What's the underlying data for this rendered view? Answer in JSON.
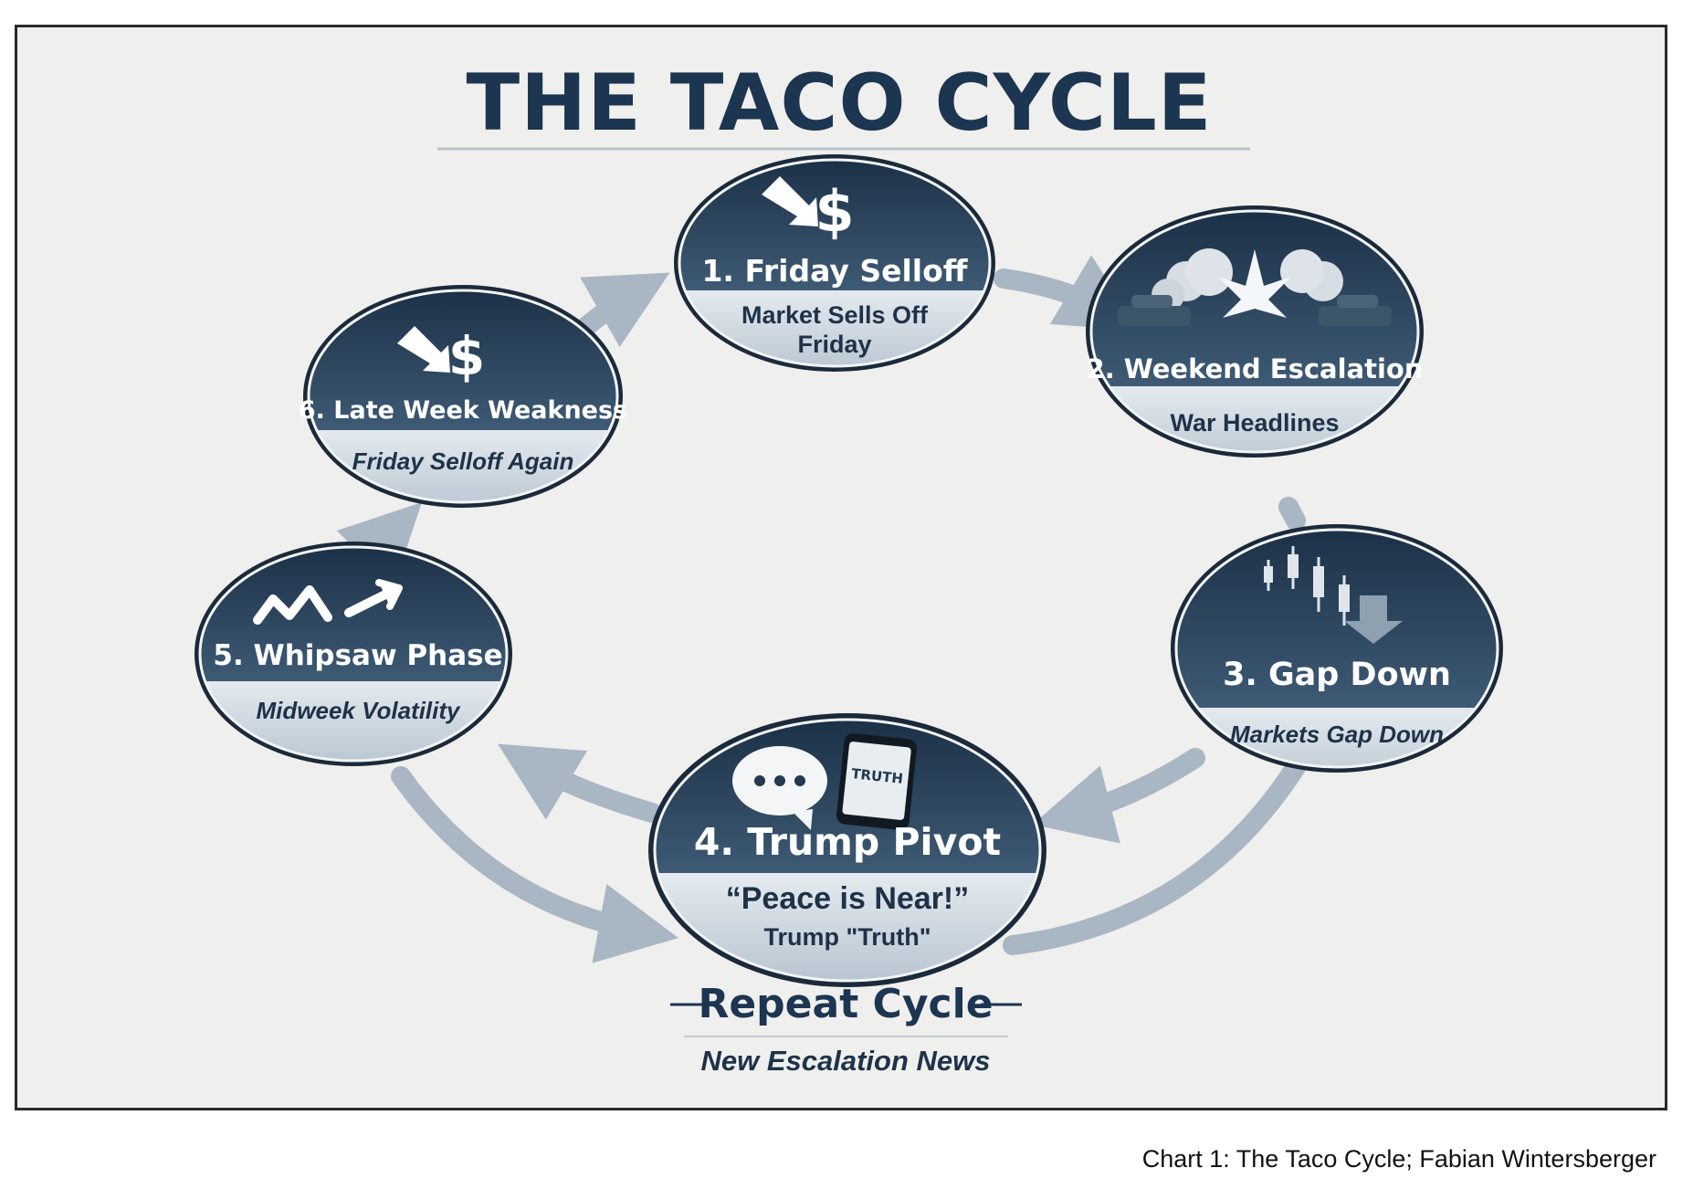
{
  "title": "THE TACO CYCLE",
  "stages": [
    {
      "title": "1. Friday Selloff",
      "subtitle_line1": "Market Sells Off",
      "subtitle_line2": "Friday",
      "icon": "down-arrow-dollar-icon"
    },
    {
      "title": "2. Weekend Escalation",
      "subtitle": "War Headlines",
      "icon": "tanks-explosion-icon"
    },
    {
      "title": "3. Gap Down",
      "subtitle": "Markets Gap Down",
      "icon": "candlestick-down-icon"
    },
    {
      "title": "4. Trump Pivot",
      "subtitle_line1": "“Peace is Near!”",
      "subtitle_line2": "Trump \"Truth\"",
      "icon": "chat-bubble-phone-icon",
      "phone_label": "TRUTH"
    },
    {
      "title": "5. Whipsaw Phase",
      "subtitle": "Midweek Volatility",
      "icon": "zigzag-arrow-icon"
    },
    {
      "title": "6. Late Week Weakness",
      "subtitle": "Friday Selloff Again",
      "icon": "down-arrow-dollar-icon"
    }
  ],
  "repeat": {
    "title": "Repeat Cycle",
    "subtitle": "New Escalation News"
  },
  "dollar_sign": "$",
  "caption": "Chart 1: The Taco Cycle; Fabian Wintersberger",
  "colors": {
    "navy": "#1c3550",
    "ellipse_dark": "#22394f",
    "band_light": "#c9d4dd",
    "arrow": "#a9b6c3",
    "background": "#efefee"
  }
}
